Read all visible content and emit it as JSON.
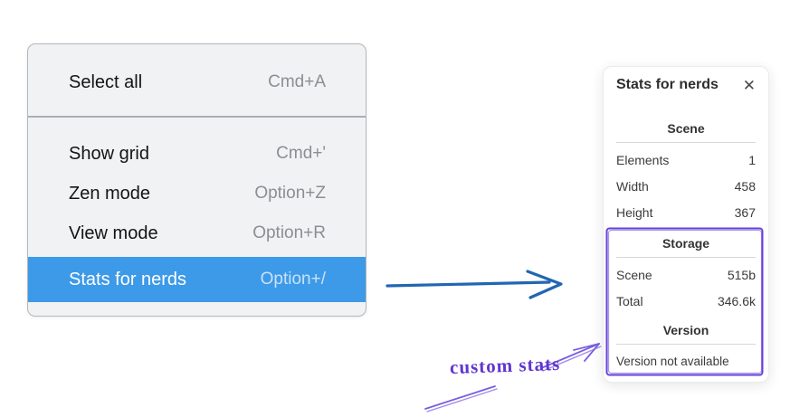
{
  "context_menu": {
    "items": [
      {
        "label": "Select all",
        "shortcut": "Cmd+A",
        "selected": false
      },
      {
        "label": "Show grid",
        "shortcut": "Cmd+'",
        "selected": false
      },
      {
        "label": "Zen mode",
        "shortcut": "Option+Z",
        "selected": false
      },
      {
        "label": "View mode",
        "shortcut": "Option+R",
        "selected": false
      },
      {
        "label": "Stats for nerds",
        "shortcut": "Option+/",
        "selected": true
      }
    ],
    "highlight_color": "#3d9ae8"
  },
  "stats_panel": {
    "title": "Stats for nerds",
    "close_icon": "✕",
    "sections": [
      {
        "heading": "Scene",
        "rows": [
          {
            "label": "Elements",
            "value": "1"
          },
          {
            "label": "Width",
            "value": "458"
          },
          {
            "label": "Height",
            "value": "367"
          }
        ]
      },
      {
        "heading": "Storage",
        "rows": [
          {
            "label": "Scene",
            "value": "515b"
          },
          {
            "label": "Total",
            "value": "346.6k"
          }
        ]
      },
      {
        "heading": "Version",
        "note": "Version not available"
      }
    ]
  },
  "flow_arrow": {
    "color": "#2166b3"
  },
  "annotation": {
    "label": "custom stats",
    "color": "#6741d9",
    "stroke_color": "#7a5de0",
    "text_color": "#6036d1"
  }
}
